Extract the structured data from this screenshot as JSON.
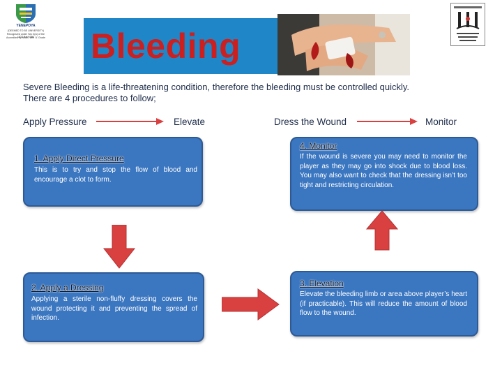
{
  "title": "Bleeding",
  "intro": {
    "line1": "Severe Bleeding  is a life-threatening condition, therefore the bleeding must be controlled quickly.",
    "line2": "There are 4 procedures to follow;"
  },
  "steps": [
    "Apply Pressure",
    "Elevate",
    "Dress the Wound",
    "Monitor"
  ],
  "boxes": {
    "apply_pressure": {
      "heading": "1. Apply Direct Pressure",
      "body": "This is to try and stop the flow of blood and encourage a clot to form."
    },
    "dressing": {
      "heading": "2. Apply a Dressing",
      "body": "Applying a sterile non-fluffy dressing covers the wound protecting it and preventing the spread of infection."
    },
    "elevation": {
      "heading": "3. Elevation",
      "body": "Elevate the bleeding limb or area above player’s heart (if practicable).  This will reduce the amount of blood flow to the wound."
    },
    "monitor": {
      "heading": "4. Monitor",
      "body": "If the wound is severe you may need to monitor the player as they may go into shock due to blood loss. You may also want to check that the dressing isn’t too tight and restricting circulation."
    }
  },
  "logo_left": {
    "name": "YENEPOYA",
    "line2": "(DEEMED TO BE UNIVERSITY)",
    "line3": "Recognized under Sec 3(A) of the UGC Act 1956",
    "line4": "Accredited by NAAC with 'A' Grade"
  },
  "colors": {
    "banner_blue": "#1f87c8",
    "title_red": "#cc1f1f",
    "box_blue": "#3b76c0",
    "arrow_red": "#d94141",
    "text_navy": "#1f2d4a"
  }
}
